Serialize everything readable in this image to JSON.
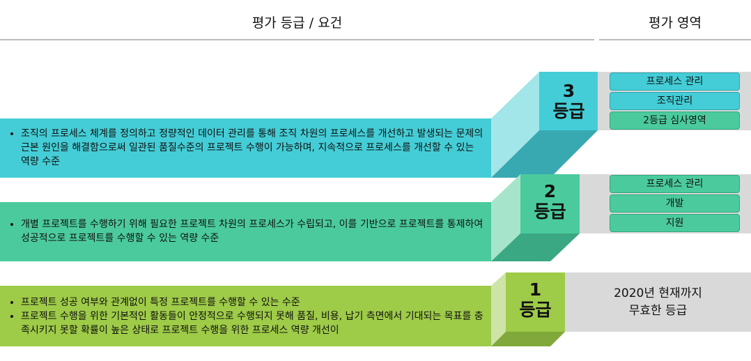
{
  "headers": {
    "left": "평가 등급 / 요건",
    "right": "평가 영역"
  },
  "levels": [
    {
      "num": "3",
      "unit": "등급",
      "color": "#44cdd6",
      "bullets": [
        "조직의 프로세스 체계를 정의하고 정량적인 데이터 관리를 통해 조직 차원의 프로세스를 개선하고 발생되는 문제의 근본 원인을 해결함으로써 일관된 품질수준의 프로젝트 수행이 가능하며, 지속적으로 프로세스를 개선할 수 있는 역량 수준"
      ],
      "areas": [
        "프로세스 관리",
        "조직관리",
        "2등급 심사영역"
      ]
    },
    {
      "num": "2",
      "unit": "등급",
      "color": "#4bcb9d",
      "bullets": [
        "개별 프로젝트를 수행하기 위해 필요한 프로젝트 차원의 프로세스가 수립되고, 이를 기반으로 프로젝트를 통제하여 성공적으로 프로젝트를 수행할 수 있는 역량 수준"
      ],
      "areas": [
        "프로세스 관리",
        "개발",
        "지원"
      ]
    },
    {
      "num": "1",
      "unit": "등급",
      "color": "#9ecb48",
      "bullets": [
        "프로젝트 성공 여부와 관계없이 특정 프로젝트를 수행할 수 있는 수준",
        "프로젝트 수행을 위한 기본적인 활동들이 안정적으로 수행되지 못해 품질, 비용, 납기 측면에서 기대되는 목표를 충족시키지 못할 확률이 높은 상태로 프로젝트 수행을 위한 프로세스 역량 개선이"
      ],
      "note": [
        "2020년 현재까지",
        "무효한 등급"
      ]
    }
  ]
}
